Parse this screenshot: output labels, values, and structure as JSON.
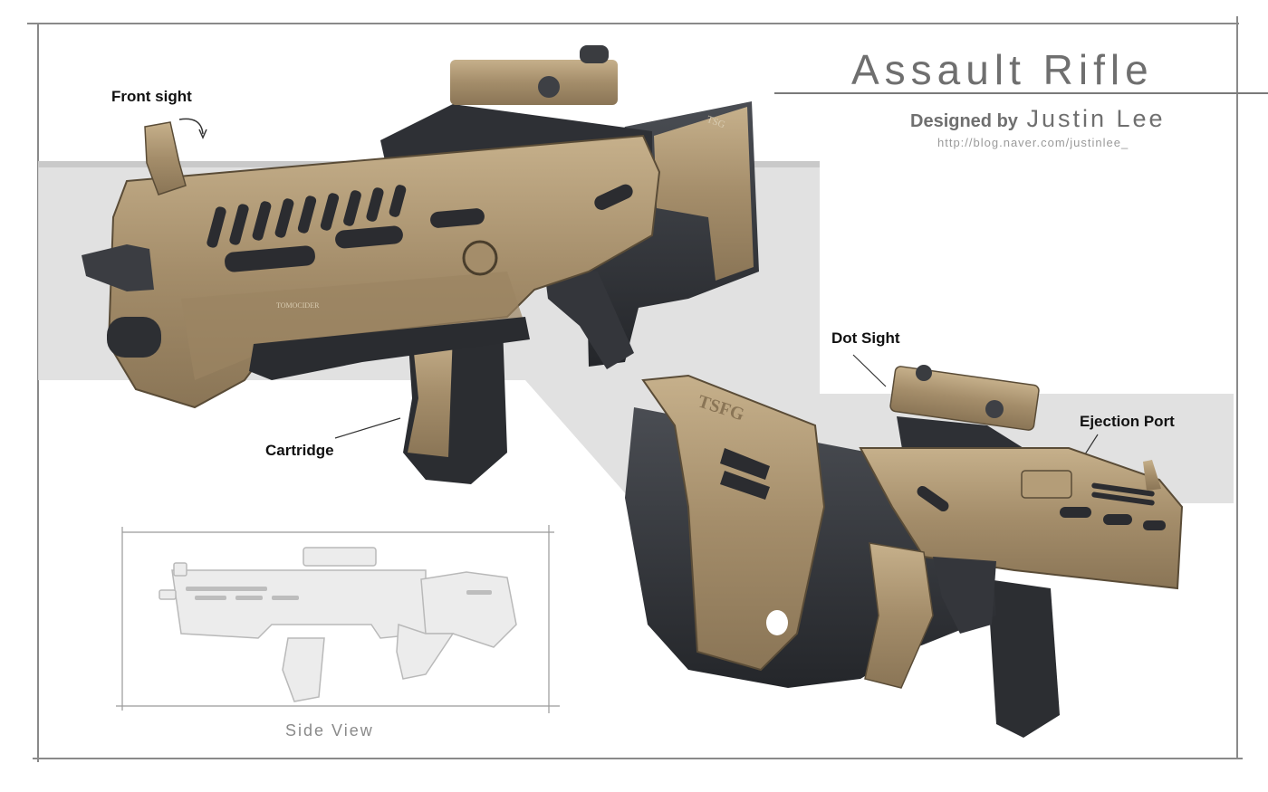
{
  "header": {
    "title": "Assault Rifle",
    "designed_by_prefix": "Designed by",
    "designer_name": "Justin Lee",
    "url": "http://blog.naver.com/justinlee_"
  },
  "callouts": {
    "front_sight": "Front sight",
    "cartridge": "Cartridge",
    "dot_sight": "Dot Sight",
    "ejection_port": "Ejection Port"
  },
  "inset": {
    "label": "Side View"
  },
  "stamps": {
    "stock_logo": "TSFG",
    "stock_logo_small": "TSG",
    "model_mark": "TOMOCIDER"
  },
  "colors": {
    "tan_body": "#a28d6c",
    "tan_light": "#c3ae8a",
    "dark_frame": "#2f3136",
    "band_gray": "#d9d9d9",
    "frame_line": "#8a8a8a"
  },
  "icons": {
    "rifle_main": "assault-rifle-illustration",
    "rifle_rear": "assault-rifle-rear-illustration",
    "rifle_side": "rifle-side-view-sketch",
    "curved_arrow": "curved-arrow-icon"
  }
}
